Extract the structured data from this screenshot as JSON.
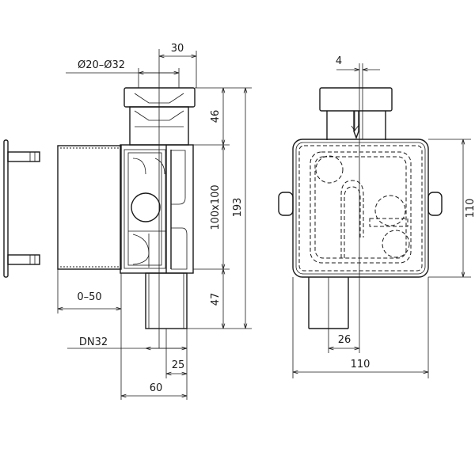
{
  "title": "Siphon technical drawing",
  "side_view": {
    "dims": {
      "inlet_diameter": "Ø20–Ø32",
      "inlet_offset": "30",
      "inlet_height": "46",
      "box_size": "100x100",
      "total_height": "193",
      "outlet_height": "47",
      "sleeve_depth": "0–50",
      "outlet_dn": "DN32",
      "outlet_offset": "25",
      "outlet_depth": "60"
    }
  },
  "front_view": {
    "dims": {
      "axis_offset": "4",
      "height": "110",
      "outlet_offset": "26",
      "width": "110"
    }
  },
  "colors": {
    "line": "#1a1a1a",
    "background": "#ffffff"
  }
}
